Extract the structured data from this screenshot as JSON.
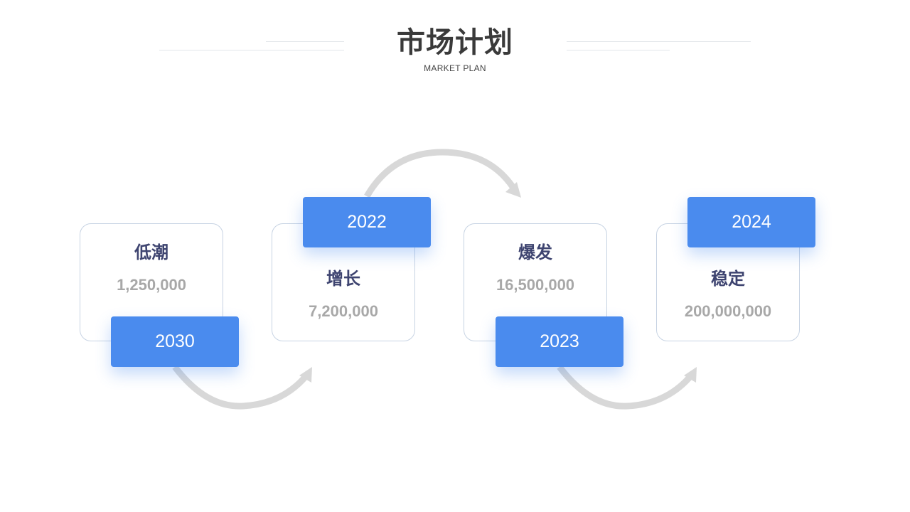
{
  "header": {
    "title": "市场计划",
    "subtitle": "MARKET PLAN"
  },
  "stages": [
    {
      "label": "低潮",
      "value": "1,250,000",
      "year": "2030"
    },
    {
      "label": "增长",
      "value": "7,200,000",
      "year": "2022"
    },
    {
      "label": "爆发",
      "value": "16,500,000",
      "year": "2023"
    },
    {
      "label": "稳定",
      "value": "200,000,000",
      "year": "2024"
    }
  ],
  "colors": {
    "accent": "#4a8bee",
    "label": "#3e4470",
    "value": "#a8a8a8",
    "arrow": "#d8d8d8",
    "card_border": "#c7d3e3"
  }
}
